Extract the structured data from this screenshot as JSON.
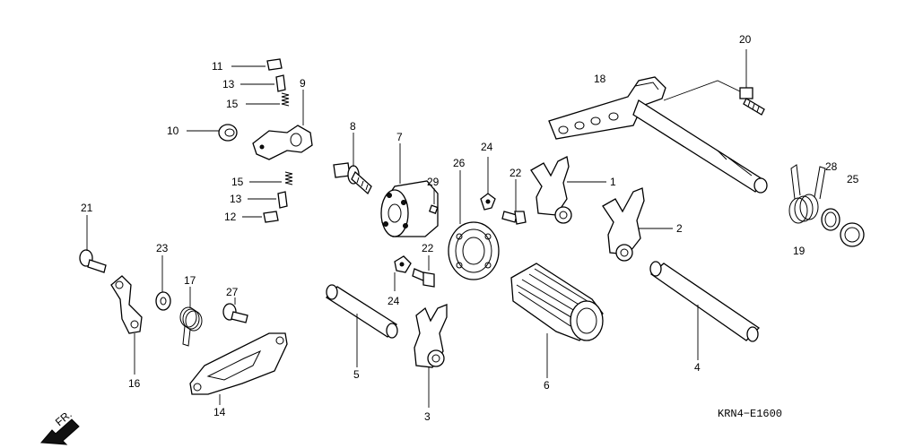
{
  "diagram_code": "KRN4−E1600",
  "direction_marker": "FR.",
  "callouts": {
    "c1": "1",
    "c2": "2",
    "c3": "3",
    "c4": "4",
    "c5": "5",
    "c6": "6",
    "c7": "7",
    "c8": "8",
    "c9": "9",
    "c10": "10",
    "c11": "11",
    "c12": "12",
    "c13a": "13",
    "c13b": "13",
    "c14": "14",
    "c15a": "15",
    "c15b": "15",
    "c16": "16",
    "c17": "17",
    "c18": "18",
    "c19": "19",
    "c20": "20",
    "c21": "21",
    "c22a": "22",
    "c22b": "22",
    "c23": "23",
    "c24a": "24",
    "c24b": "24",
    "c25": "25",
    "c26": "26",
    "c27": "27",
    "c28": "28",
    "c29": "29"
  }
}
